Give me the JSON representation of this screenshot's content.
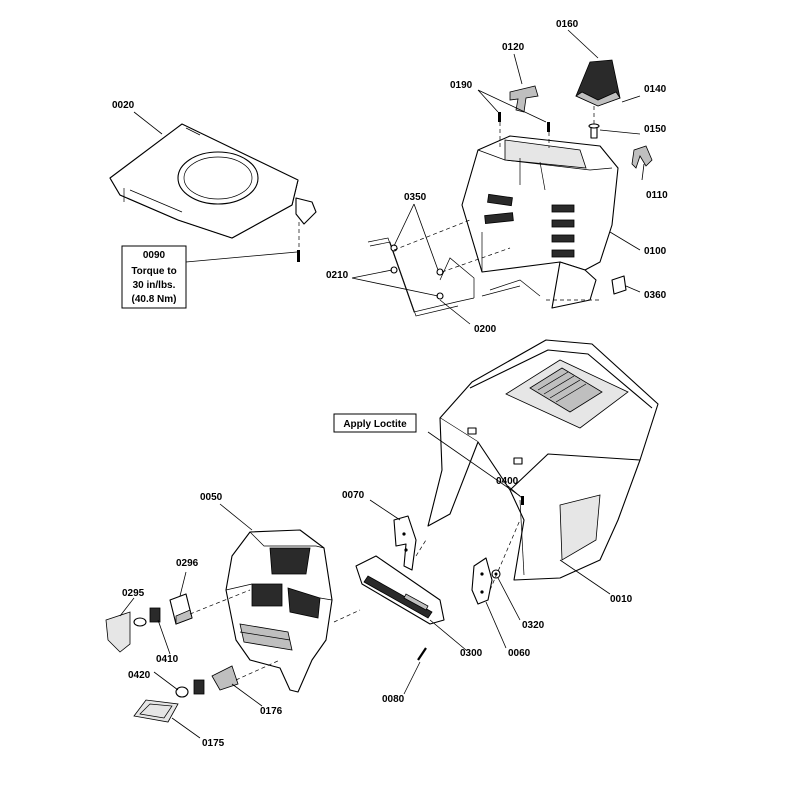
{
  "parts": {
    "p0010": "0010",
    "p0020": "0020",
    "p0050": "0050",
    "p0060": "0060",
    "p0070": "0070",
    "p0080": "0080",
    "p0090": "0090",
    "p0100": "0100",
    "p0110": "0110",
    "p0120": "0120",
    "p0140": "0140",
    "p0150": "0150",
    "p0160": "0160",
    "p0175": "0175",
    "p0176": "0176",
    "p0190": "0190",
    "p0200": "0200",
    "p0210": "0210",
    "p0295": "0295",
    "p0296": "0296",
    "p0300": "0300",
    "p0320": "0320",
    "p0350": "0350",
    "p0360": "0360",
    "p0400": "0400",
    "p0410": "0410",
    "p0420": "0420"
  },
  "notes": {
    "torque_line1": "Torque to",
    "torque_line2": "30 in/lbs.",
    "torque_line3": "(40.8 Nm)",
    "loctite": "Apply Loctite"
  }
}
